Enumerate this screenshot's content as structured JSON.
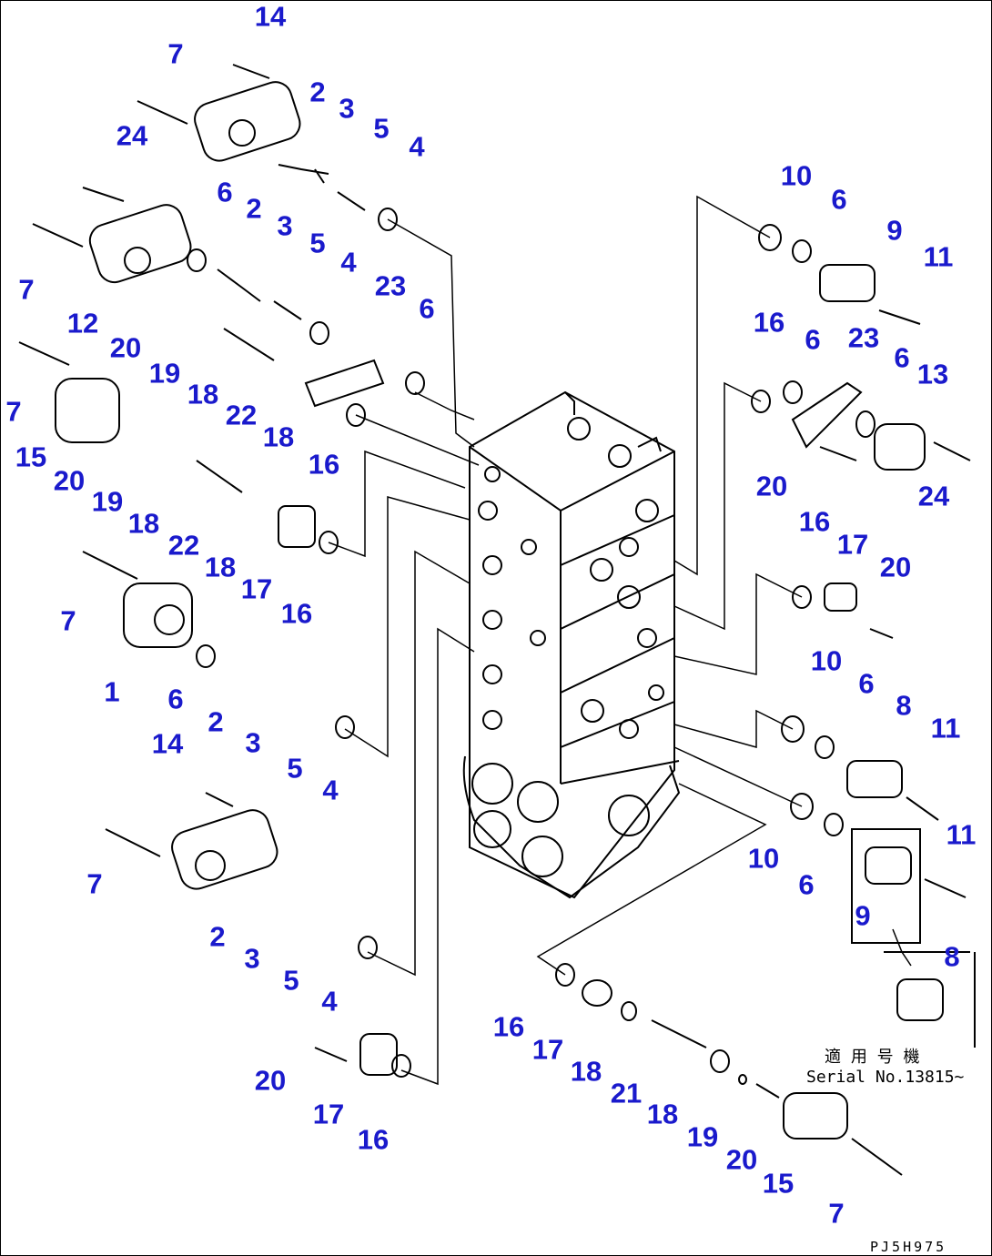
{
  "diagram": {
    "callout_color": "#1a1acc",
    "line_color": "#000000",
    "callouts": [
      "14",
      "7",
      "2",
      "3",
      "5",
      "4",
      "24",
      "6",
      "2",
      "3",
      "5",
      "4",
      "7",
      "12",
      "20",
      "19",
      "18",
      "22",
      "23",
      "6",
      "18",
      "16",
      "7",
      "15",
      "20",
      "19",
      "18",
      "22",
      "18",
      "17",
      "16",
      "7",
      "1",
      "6",
      "2",
      "3",
      "5",
      "4",
      "14",
      "7",
      "2",
      "3",
      "5",
      "4",
      "20",
      "17",
      "16",
      "10",
      "6",
      "9",
      "11",
      "16",
      "6",
      "23",
      "6",
      "13",
      "20",
      "24",
      "16",
      "17",
      "20",
      "10",
      "6",
      "8",
      "11",
      "10",
      "6",
      "11",
      "9",
      "8",
      "16",
      "17",
      "18",
      "21",
      "18",
      "19",
      "20",
      "15",
      "7"
    ],
    "serial_note_jp": "適 用 号 機",
    "serial_note": "Serial No.13815~",
    "drawing_code": "PJ5H975"
  }
}
